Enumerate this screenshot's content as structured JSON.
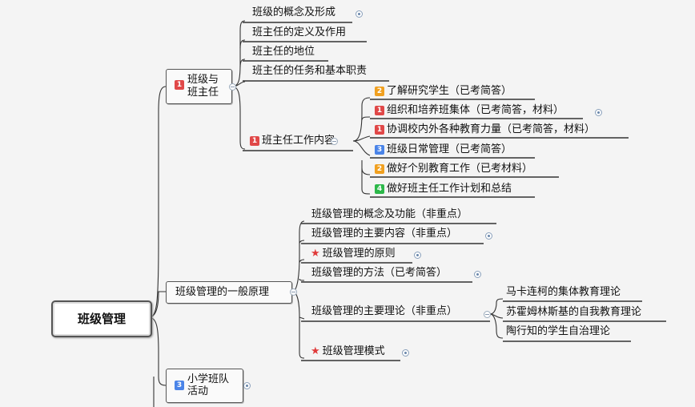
{
  "root": {
    "label": "班级管理"
  },
  "branches": {
    "b1": {
      "label_line1": "班级与",
      "label_line2": "班主任",
      "badge": "1",
      "children": {
        "c1": "班级的概念及形成",
        "c2": "班主任的定义及作用",
        "c3": "班主任的地位",
        "c4": "班主任的任务和基本职责",
        "c5": {
          "label": "班主任工作内容",
          "badge": "1"
        }
      },
      "work_items": [
        {
          "badge": "2",
          "label": "了解研究学生（已考简答）"
        },
        {
          "badge": "1",
          "label": "组织和培养班集体（已考简答，材料）"
        },
        {
          "badge": "1",
          "label": "协调校内外各种教育力量（已考简答，材料）"
        },
        {
          "badge": "3",
          "label": "班级日常管理（已考简答）"
        },
        {
          "badge": "2",
          "label": "做好个别教育工作（已考材料）"
        },
        {
          "badge": "4",
          "label": "做好班主任工作计划和总结"
        }
      ]
    },
    "b2": {
      "label": "班级管理的一般原理",
      "children": {
        "d1": "班级管理的概念及功能（非重点）",
        "d2": "班级管理的主要内容（非重点）",
        "d3": "班级管理的原则",
        "d4": "班级管理的方法（已考简答）",
        "d5": "班级管理的主要理论（非重点）",
        "d6": "班级管理模式"
      },
      "theories": [
        "马卡连柯的集体教育理论",
        "苏霍姆林斯基的自我教育理论",
        "陶行知的学生自治理论"
      ]
    },
    "b3": {
      "label_line1": "小学班队",
      "label_line2": "活动",
      "badge": "3"
    }
  },
  "colors": {
    "priority_1": "#e04848",
    "priority_2": "#f0a020",
    "priority_3": "#4a84e8",
    "priority_4": "#2db84a",
    "star": "#e03a3a",
    "connector": "#333333"
  }
}
